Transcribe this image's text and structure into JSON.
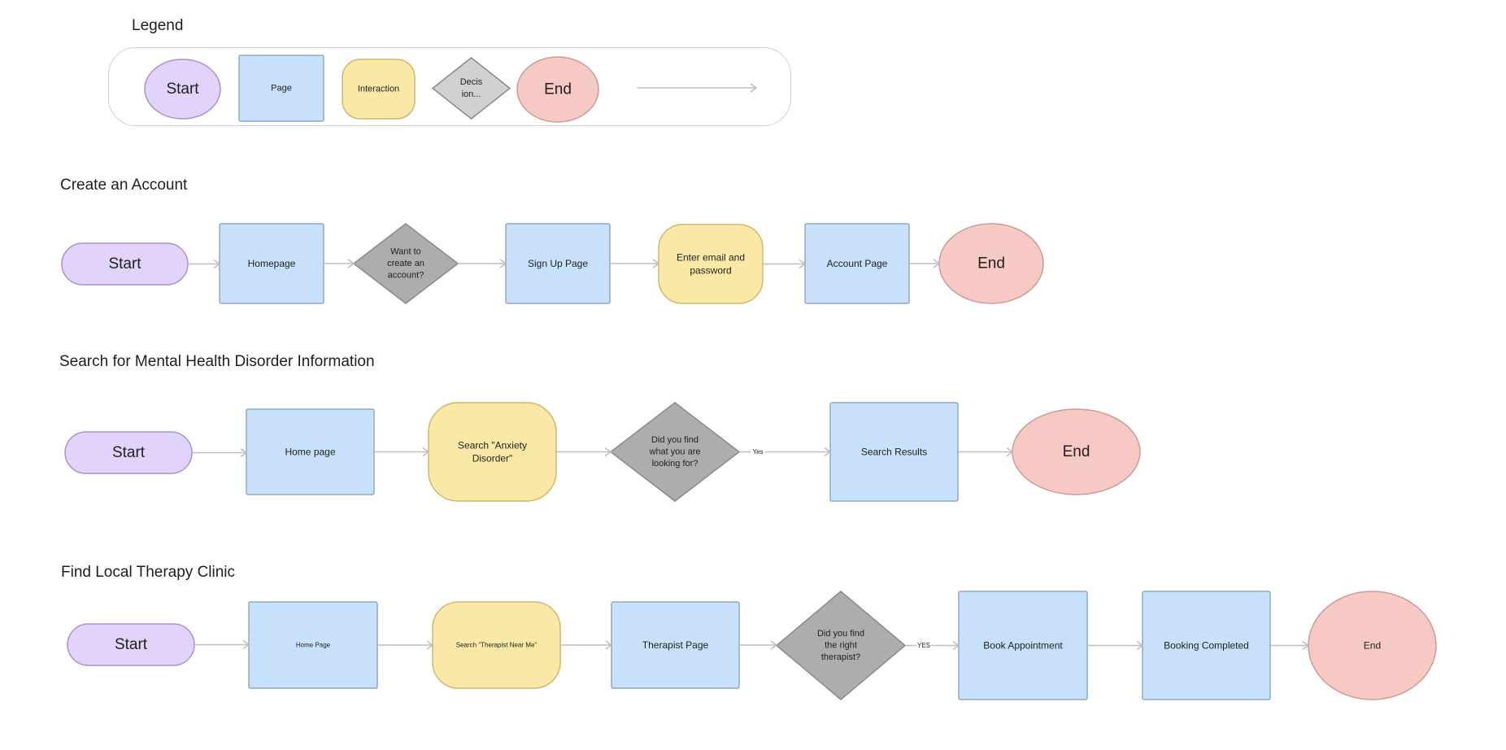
{
  "legend": {
    "title": "Legend",
    "items": {
      "start": "Start",
      "page": "Page",
      "interaction": "Interaction",
      "decision": [
        "Decis",
        "ion..."
      ],
      "end": "End"
    }
  },
  "flows": [
    {
      "title": "Create an Account",
      "nodes": [
        {
          "type": "start",
          "lines": [
            "Start"
          ]
        },
        {
          "type": "page",
          "lines": [
            "Homepage"
          ]
        },
        {
          "type": "decision",
          "lines": [
            "Want to",
            "create an",
            "account?"
          ]
        },
        {
          "type": "page",
          "lines": [
            "Sign Up Page"
          ]
        },
        {
          "type": "interaction",
          "lines": [
            "Enter email and",
            "password"
          ]
        },
        {
          "type": "page",
          "lines": [
            "Account Page"
          ]
        },
        {
          "type": "end",
          "lines": [
            "End"
          ]
        }
      ],
      "edge_labels": [
        "",
        "",
        "",
        "",
        "",
        ""
      ]
    },
    {
      "title": "Search for Mental Health Disorder Information",
      "nodes": [
        {
          "type": "start",
          "lines": [
            "Start"
          ]
        },
        {
          "type": "page",
          "lines": [
            "Home page"
          ]
        },
        {
          "type": "interaction",
          "lines": [
            "Search \"Anxiety",
            "Disorder\""
          ]
        },
        {
          "type": "decision",
          "lines": [
            "Did you find",
            "what you are",
            "looking for?"
          ]
        },
        {
          "type": "page",
          "lines": [
            "Search Results"
          ]
        },
        {
          "type": "end",
          "lines": [
            "End"
          ]
        }
      ],
      "edge_labels": [
        "",
        "",
        "",
        "Yes",
        ""
      ]
    },
    {
      "title": "Find Local Therapy Clinic",
      "nodes": [
        {
          "type": "start",
          "lines": [
            "Start"
          ]
        },
        {
          "type": "page",
          "lines": [
            "Home Page"
          ]
        },
        {
          "type": "interaction",
          "lines": [
            "Search \"Therapist Near Me\""
          ]
        },
        {
          "type": "page",
          "lines": [
            "Therapist Page"
          ]
        },
        {
          "type": "decision",
          "lines": [
            "Did you find",
            "the right",
            "therapist?"
          ]
        },
        {
          "type": "page",
          "lines": [
            "Book Appointment"
          ]
        },
        {
          "type": "page",
          "lines": [
            "Booking Completed"
          ]
        },
        {
          "type": "end",
          "lines": [
            "End"
          ]
        }
      ],
      "edge_labels": [
        "",
        "",
        "",
        "",
        "YES",
        "",
        ""
      ]
    }
  ],
  "colors": {
    "start_fill": "#e2d3fb",
    "start_stroke": "#a992cf",
    "page_fill": "#c6e1f9",
    "page_stroke": "#8eaac4",
    "interaction_fill": "#fae8a7",
    "interaction_stroke": "#cfb86d",
    "decision_fill": "#adadad",
    "decision_stroke": "#8a8a8a",
    "legend_decision_fill": "#d1d1d1",
    "end_fill": "#f6c9c4",
    "end_stroke": "#c99c97",
    "connector": "#bdbdbd"
  }
}
